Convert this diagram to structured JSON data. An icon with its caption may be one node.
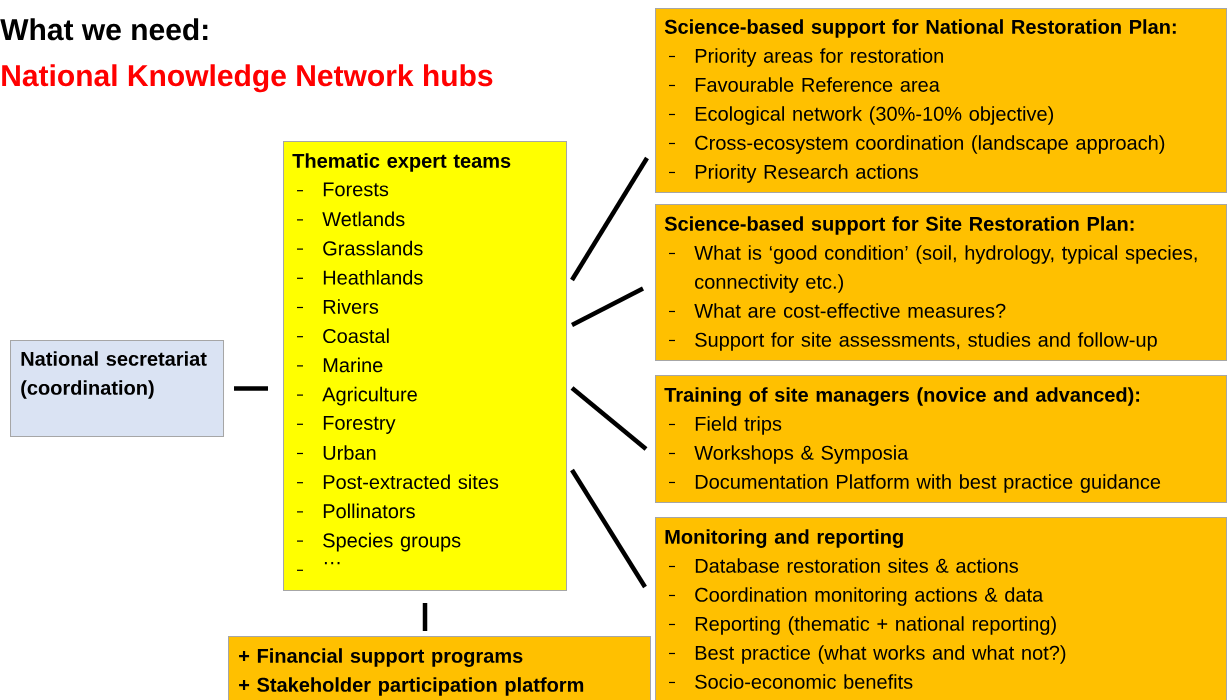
{
  "diagram": {
    "title": "What we need:",
    "labels": [
      "National Knowledge Network hubs"
    ],
    "nodes": [
      {
        "text": [
          "National secretariat (coordination)"
        ]
      },
      {
        "text": [
          "Thematic expert teams",
          "Forests",
          "Wetlands",
          "Grasslands",
          "Heathlands",
          "Rivers",
          "Coastal",
          "Marine",
          "Agriculture",
          "Forestry",
          "Urban",
          "Post-extracted sites",
          "Pollinators",
          "Species groups",
          "…"
        ]
      },
      {
        "text": [
          "Science-based support for National Restoration Plan:",
          "Priority areas for restoration",
          "Favourable Reference area",
          "Ecological network (30%-10% objective)",
          "Cross-ecosystem coordination (landscape approach)",
          "Priority Research actions"
        ]
      },
      {
        "text": [
          "Science-based support for Site Restoration Plan:",
          "What is ‘good condition’ (soil, hydrology, typical species, connectivity etc.)",
          "What are cost-effective measures?",
          "Support for site assessments, studies and follow-up"
        ]
      },
      {
        "text": [
          "Training of site managers (novice and advanced):",
          "Field trips",
          "Workshops & Symposia",
          "Documentation Platform with best practice guidance"
        ]
      },
      {
        "text": [
          "Monitoring and reporting",
          "Database restoration sites & actions",
          "Coordination monitoring actions & data",
          "Reporting (thematic + national reporting)",
          "Best practice (what works and what not?)",
          "Socio-economic benefits"
        ]
      },
      {
        "text": [
          "+ Financial support programs",
          "+ Stakeholder participation platform"
        ]
      }
    ],
    "edges": [
      {
        "from": 0,
        "to": 1,
        "arrow": "none"
      },
      {
        "from": 1,
        "to": 2,
        "arrow": "none"
      },
      {
        "from": 1,
        "to": 3,
        "arrow": "none"
      },
      {
        "from": 1,
        "to": 4,
        "arrow": "none"
      },
      {
        "from": 1,
        "to": 5,
        "arrow": "none"
      },
      {
        "from": 1,
        "to": 6,
        "arrow": "none"
      }
    ]
  }
}
